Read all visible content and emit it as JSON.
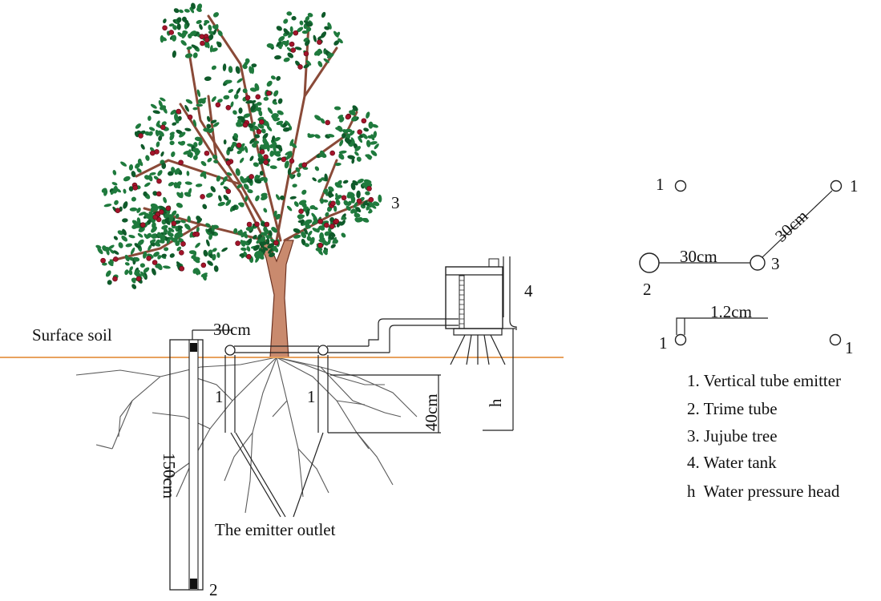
{
  "diagram": {
    "surface_label": "Surface soil",
    "outlet_label": "The emitter outlet",
    "dim_30cm_top": "30cm",
    "dim_150cm": "150cm",
    "dim_40cm": "40cm",
    "h_label": "h",
    "tree_num": "3",
    "tank_num": "4",
    "trime_num": "2",
    "emitter_left_num": "1",
    "emitter_right_num": "1"
  },
  "plan_view": {
    "nums": {
      "top_left": "1",
      "top_right": "1",
      "center": "3",
      "trime": "2",
      "bottom_left": "1",
      "bottom_right": "1"
    },
    "dim_horizontal": "30cm",
    "dim_diagonal": "30cm",
    "dim_emitter": "1.2cm"
  },
  "legend": [
    "1. Vertical tube emitter",
    "2. Trime tube",
    "3. Jujube tree",
    "4. Water tank",
    "h  Water pressure head"
  ],
  "colors": {
    "surface_line": "#e8a25e",
    "foliage": "#1f7a3d",
    "fruit": "#a3142a",
    "trunk": "#8a4a38"
  }
}
